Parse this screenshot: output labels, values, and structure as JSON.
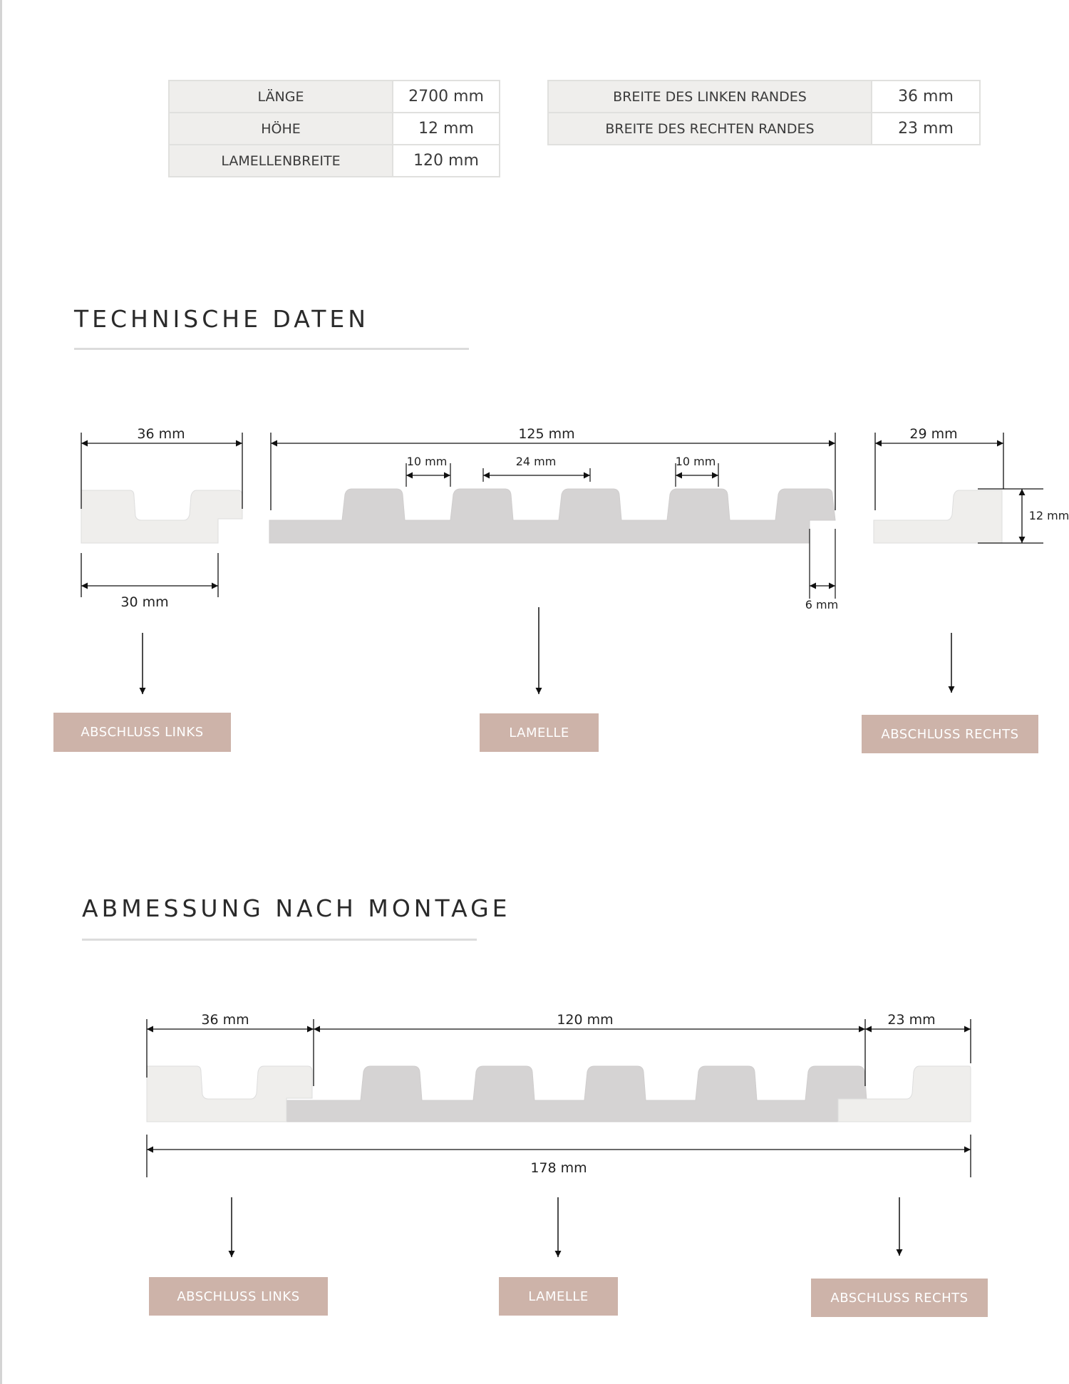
{
  "spec_table_left": [
    {
      "label": "LÄNGE",
      "value": "2700 mm"
    },
    {
      "label": "HÖHE",
      "value": "12 mm"
    },
    {
      "label": "LAMELLENBREITE",
      "value": "120 mm"
    }
  ],
  "spec_table_right": [
    {
      "label": "BREITE DES LINKEN RANDES",
      "value": "36 mm"
    },
    {
      "label": "BREITE DES RECHTEN RANDES",
      "value": "23 mm"
    }
  ],
  "section_technical": {
    "heading": "TECHNISCHE DATEN",
    "dims": {
      "left_top": "36 mm",
      "left_bottom": "30 mm",
      "center_total": "125 mm",
      "gap_left": "10 mm",
      "rib_width": "24 mm",
      "gap_right": "10 mm",
      "tongue": "6 mm",
      "right_top": "29 mm",
      "height": "12 mm"
    },
    "labels": {
      "left": "ABSCHLUSS LINKS",
      "center": "LAMELLE",
      "right": "ABSCHLUSS RECHTS"
    }
  },
  "section_assembly": {
    "heading": "ABMESSUNG NACH MONTAGE",
    "dims": {
      "left": "36 mm",
      "center": "120 mm",
      "right": "23 mm",
      "total": "178 mm"
    },
    "labels": {
      "left": "ABSCHLUSS LINKS",
      "center": "LAMELLE",
      "right": "ABSCHLUSS RECHTS"
    }
  },
  "colors": {
    "label_bg": "#cdb3a9",
    "profile_light": "#efeeec",
    "profile_gray": "#d5d3d3",
    "table_header_bg": "#efeeec"
  }
}
